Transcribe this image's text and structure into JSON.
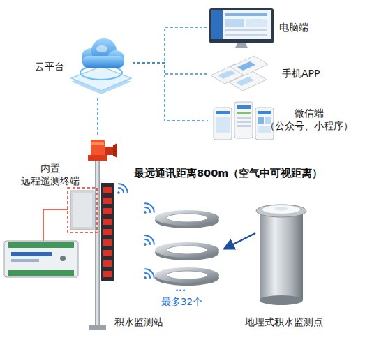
{
  "diagram": {
    "nodes": [
      {
        "text": [
          "云平台"
        ]
      },
      {
        "text": [
          "电脑端"
        ]
      },
      {
        "text": [
          "手机APP"
        ]
      },
      {
        "text": [
          "微信端",
          "（公众号、小程序）"
        ]
      },
      {
        "text": [
          "内置 远程遥测终端"
        ]
      },
      {
        "text": [
          "积水监测站"
        ]
      },
      {
        "text": [
          "地埋式积水监测点"
        ]
      }
    ],
    "edges": [
      {
        "from": 0,
        "to": 1,
        "arrow": "none"
      },
      {
        "from": 0,
        "to": 2,
        "arrow": "none"
      },
      {
        "from": 0,
        "to": 3,
        "arrow": "none"
      },
      {
        "from": 0,
        "to": 5,
        "arrow": "none"
      }
    ],
    "labels": [
      "最远通讯距离800m（空气中可视距离）",
      "...",
      "最多32个"
    ]
  }
}
